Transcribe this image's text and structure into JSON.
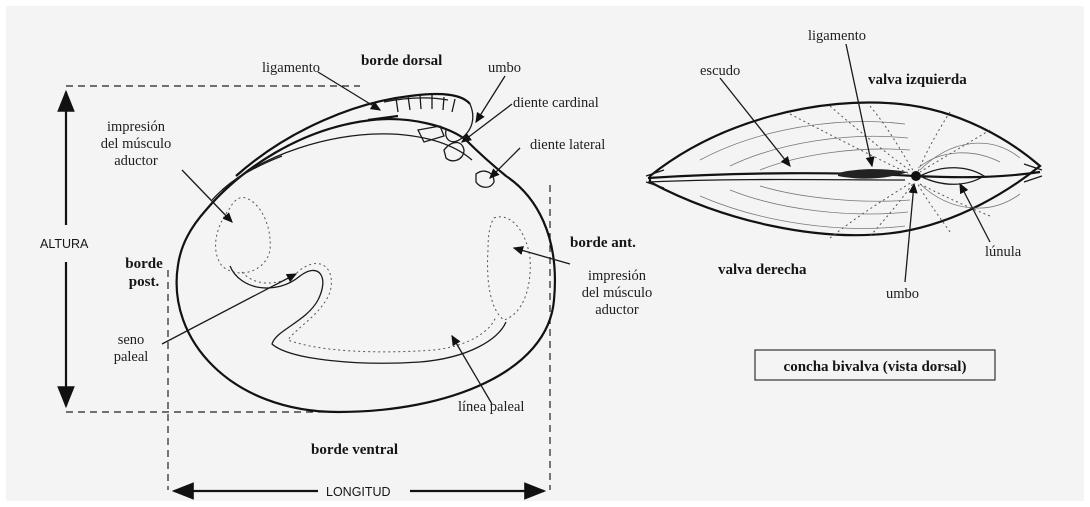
{
  "colors": {
    "background": "#f4f4f4",
    "ink": "#1a1a1a"
  },
  "left_view": {
    "labels": {
      "borde_dorsal": "borde dorsal",
      "ligamento": "ligamento",
      "umbo": "umbo",
      "diente_cardinal": "diente cardinal",
      "diente_lateral": "diente lateral",
      "impresion_posterior": [
        "impresión",
        "del músculo",
        "aductor"
      ],
      "altura": "ALTURA",
      "borde_post": [
        "borde",
        "post."
      ],
      "borde_ant": "borde ant.",
      "impresion_anterior": [
        "impresión",
        "del músculo",
        "aductor"
      ],
      "seno_paleal": [
        "seno",
        "paleal"
      ],
      "linea_paleal": "línea paleal",
      "borde_ventral": "borde ventral",
      "longitud": "LONGITUD"
    }
  },
  "right_view": {
    "labels": {
      "ligamento": "ligamento",
      "escudo": "escudo",
      "valva_izquierda": "valva izquierda",
      "valva_derecha": "valva derecha",
      "lunula": "lúnula",
      "umbo": "umbo"
    },
    "caption": "concha bivalva (vista dorsal)"
  }
}
